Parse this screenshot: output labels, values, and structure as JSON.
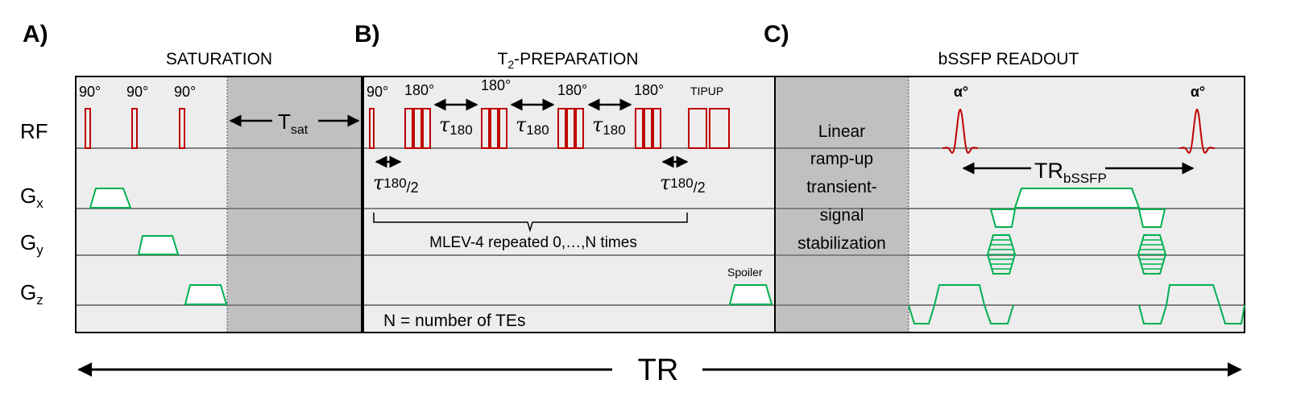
{
  "panels": {
    "a": {
      "letter": "A)",
      "title": "SATURATION"
    },
    "b": {
      "letter": "B)",
      "title_main": "T",
      "title_sub": "2",
      "title_rest": "-PREPARATION"
    },
    "c": {
      "letter": "C)",
      "title": "bSSFP READOUT"
    }
  },
  "rows": {
    "rf": "RF",
    "gx_main": "G",
    "gx_sub": "x",
    "gy_main": "G",
    "gy_sub": "y",
    "gz_main": "G",
    "gz_sub": "z"
  },
  "saturation": {
    "pulse_labels": [
      "90°",
      "90°",
      "90°"
    ],
    "tsat_main": "T",
    "tsat_sub": "sat"
  },
  "t2prep": {
    "first_pulse": "90°",
    "refocus_labels": [
      "180°",
      "180°",
      "180°",
      "180°"
    ],
    "tipup": "TIPUP",
    "tau_symbol": "τ",
    "tau_sub": "180",
    "tau_half_suffix": "/2",
    "mlev_label": "MLEV-4 repeated 0,…,N times",
    "spoiler": "Spoiler",
    "n_note": "N = number of TEs"
  },
  "readout": {
    "rampup_lines": [
      "Linear",
      "ramp-up",
      "transient-",
      "signal",
      "stabilization"
    ],
    "alpha_labels": [
      "α°",
      "α°"
    ],
    "tr_main": "TR",
    "tr_sub": "bSSFP"
  },
  "tr_total": "TR",
  "colors": {
    "rf": "#c00000",
    "gradient": "#00b050",
    "panel_bg": "#ededed",
    "shaded": "#c0c0c0"
  }
}
